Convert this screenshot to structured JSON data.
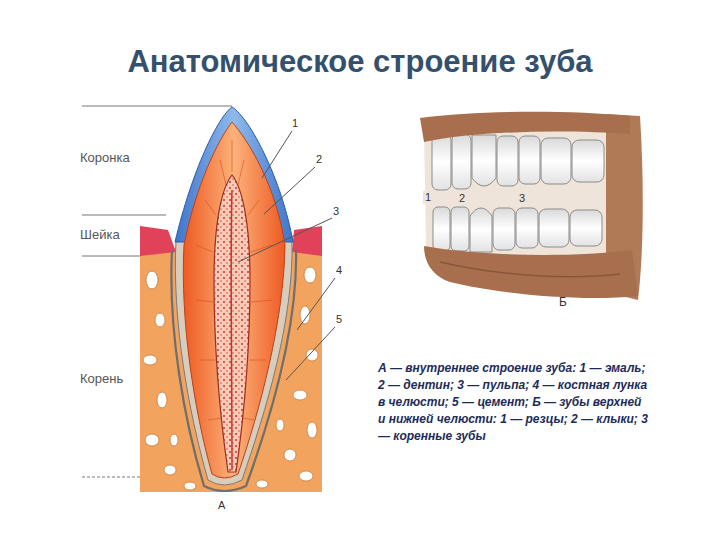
{
  "diagram": {
    "title": "Анатомическое строение зуба",
    "caption": "А — внутреннее строение зуба: 1 — эмаль; 2 — дентин; 3 — пульпа; 4 — костная лунка в челюсти; 5 — цемент; Б — зубы верхней и нижней челюсти: 1 — резцы; 2 — клыки; 3 — коренные зубы",
    "labels": [
      "Коронка",
      "Шейка",
      "Корень",
      "1",
      "2",
      "3",
      "4",
      "5",
      "А",
      "1",
      "2",
      "3",
      "Б"
    ]
  }
}
